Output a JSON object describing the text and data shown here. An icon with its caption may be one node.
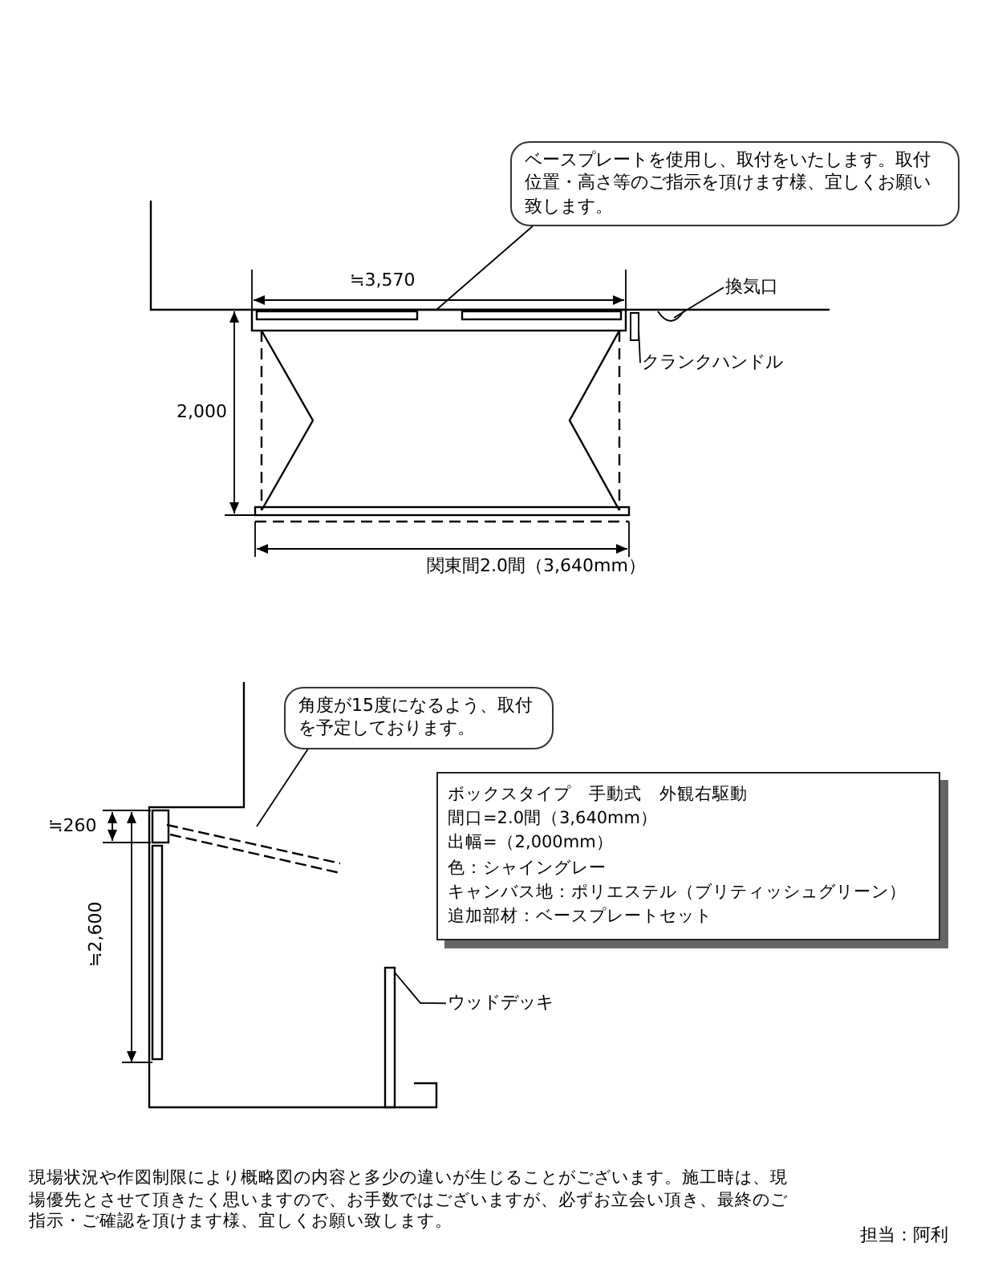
{
  "diagram": {
    "nodes": [
      {
        "text": [
          "ベースプレートを使用し、取付をいたします。取付位置・高さ等のご指示を頂けます様、宜しくお願い致します。"
        ]
      },
      {
        "text": [
          "換気口"
        ]
      },
      {
        "text": [
          "クランクハンドル"
        ]
      },
      {
        "text": [
          "角度が15度になるよう、取付を予定しております。"
        ]
      },
      {
        "text": [
          "ボックスタイプ　手動式　外観右駆動",
          "間口=2.0間（3,640mm）",
          "出幅=（2,000mm）",
          "色：シャイングレー",
          "キャンバス地：ポリエステル（ブリティッシュグリーン）",
          "追加部材：ベースプレートセット"
        ]
      },
      {
        "text": [
          "ウッドデッキ"
        ]
      }
    ],
    "edges": [
      {
        "from": 0,
        "to": null,
        "arrow": "none"
      },
      {
        "from": 1,
        "to": null,
        "arrow": "none"
      },
      {
        "from": 2,
        "to": null,
        "arrow": "none"
      },
      {
        "from": 3,
        "to": null,
        "arrow": "none"
      },
      {
        "from": 5,
        "to": null,
        "arrow": "none"
      }
    ],
    "labels": [
      "≒3,570",
      "2,000",
      "関東間2.0間（3,640mm）",
      "≒260",
      "≒2,600",
      "現場状況や作図制限により概略図の内容と多少の違いが生じることがございます。施工時は、現場優先とさせて頂きたく思いますので、お手数ではございますが、必ずお立会い頂き、最終のご指示・ご確認を頂けます様、宜しくお願い致します。",
      "担当：阿利"
    ]
  }
}
